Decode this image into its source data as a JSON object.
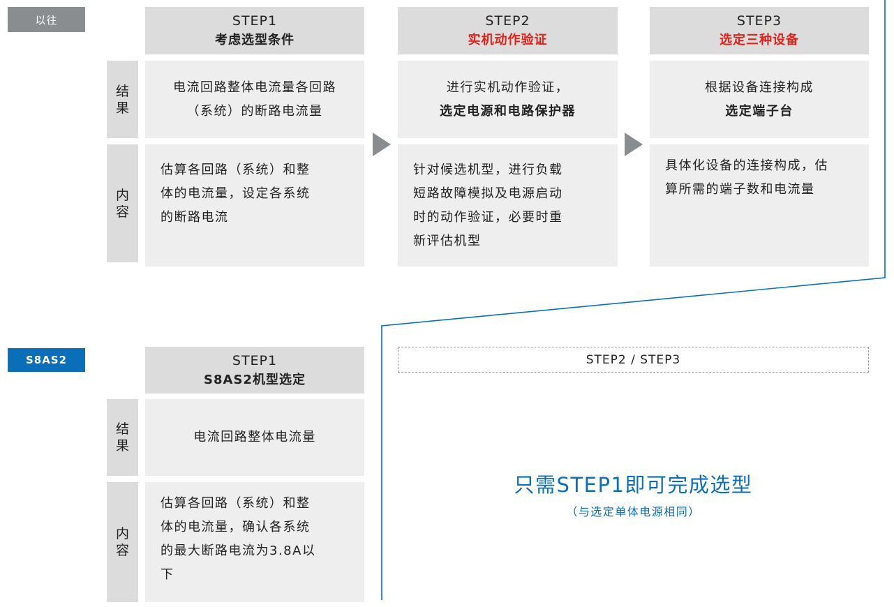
{
  "past": {
    "tag": "以往",
    "side_result": [
      "结",
      "果"
    ],
    "side_content": [
      "内",
      "容"
    ],
    "steps": [
      {
        "step": "STEP1",
        "title": "考虑选型条件",
        "result": [
          "电流回路整体电流量各回路",
          "（系统）的断路电流量"
        ],
        "content": [
          "估算各回路（系统）和整",
          "体的电流量，设定各系统",
          "的断路电流"
        ]
      },
      {
        "step": "STEP2",
        "title": "实机动作验证",
        "result": [
          "进行实机动作验证，",
          "选定电源和电路保护器"
        ],
        "content": [
          "针对候选机型，进行负载",
          "短路故障模拟及电源启动",
          "时的动作验证，必要时重",
          "新评估机型"
        ]
      },
      {
        "step": "STEP3",
        "title": "选定三种设备",
        "result": [
          "根据设备连接构成",
          "选定端子台"
        ],
        "content": [
          "具体化设备的连接构成，估",
          "算所需的端子数和电流量"
        ]
      }
    ]
  },
  "s8as2": {
    "tag": "S8AS2",
    "side_result": [
      "结",
      "果"
    ],
    "side_content": [
      "内",
      "容"
    ],
    "step": "STEP1",
    "title": "S8AS2机型选定",
    "result": "电流回路整体电流量",
    "content": [
      "估算各回路（系统）和整",
      "体的电流量，确认各系统",
      "的最大断路电流为3.8A以",
      "下"
    ],
    "dashed_label": "STEP2 / STEP3",
    "message": "只需STEP1即可完成选型",
    "note": "（与选定单体电源相同）"
  },
  "colors": {
    "accent_blue": "#0a6fb8",
    "highlight_red": "#e0241b",
    "grey_tag": "#8a8d90"
  }
}
